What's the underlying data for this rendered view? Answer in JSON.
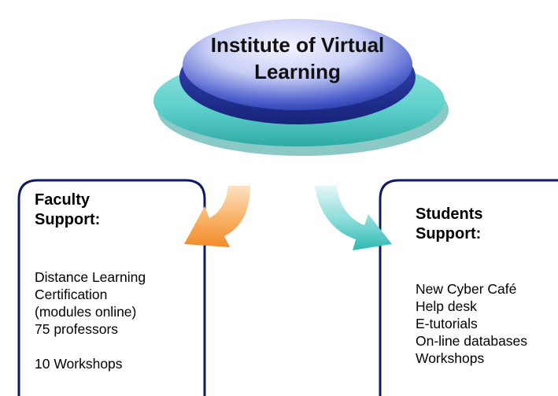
{
  "hub": {
    "title_lines": [
      "Institute of Virtual",
      "Learning"
    ]
  },
  "panels": {
    "faculty": {
      "heading_lines": [
        "Faculty",
        "Support:"
      ],
      "items": [
        "Distance Learning",
        "Certification",
        "(modules online)",
        "75 professors",
        "",
        "10 Workshops"
      ]
    },
    "students": {
      "heading_lines": [
        "Students",
        "Support:"
      ],
      "items": [
        "New Cyber Café",
        "Help desk",
        "E-tutorials",
        "On-line databases",
        "Workshops"
      ]
    }
  },
  "colors": {
    "hub_top_center": "#e9ecfb",
    "hub_top_edge": "#2f3fb0",
    "hub_base": "#63d3cf",
    "panel_border": "#0e1a66",
    "faculty_arrow": "#f7a24a",
    "students_arrow": "#47c6c3"
  }
}
